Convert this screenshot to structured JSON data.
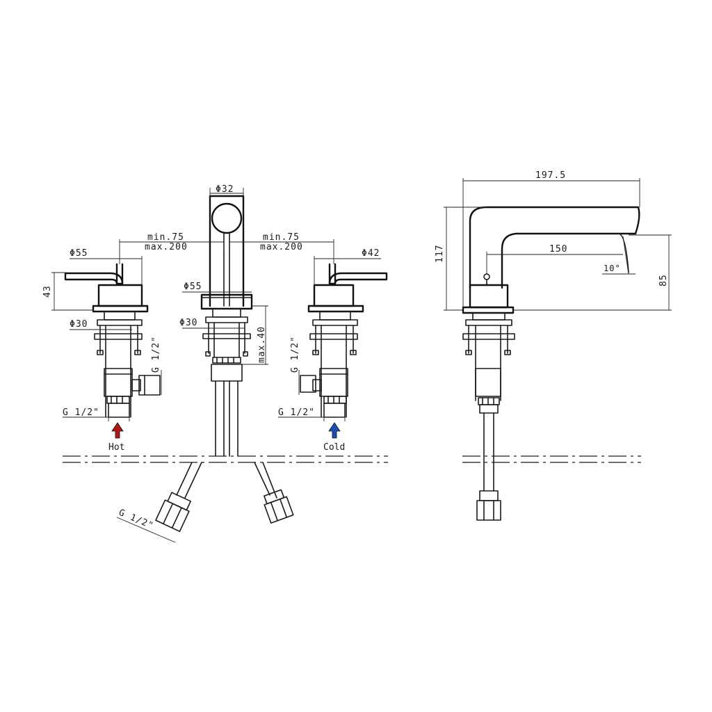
{
  "dimensions": {
    "spout_diameter": "Φ32",
    "base_diameter_center": "Φ55",
    "thread_diameter_center": "Φ30",
    "max_deck_thickness": "max.40",
    "spacing_left_min": "min.75",
    "spacing_left_max": "max.200",
    "spacing_right_min": "min.75",
    "spacing_right_max": "max.200",
    "left_handle_diameter": "Φ55",
    "left_thread_diameter": "Φ30",
    "left_handle_height": "43",
    "left_outlet_thread": "G 1/2\"",
    "left_inlet_thread": "G 1/2\"",
    "right_handle_diameter": "Φ42",
    "right_outlet_thread": "G 1/2\"",
    "right_inlet_thread": "G 1/2\"",
    "hose_thread": "G 1/2\"",
    "side_reach": "197.5",
    "side_height": "117",
    "side_projection": "150",
    "side_angle": "10°",
    "side_clearance": "85"
  },
  "labels": {
    "hot": "Hot",
    "cold": "Cold"
  },
  "colors": {
    "hot_arrow": "#b01818",
    "cold_arrow": "#1a4fb0",
    "line": "#1a1a1a"
  },
  "icons": {
    "hot_arrow": "arrow-up-icon",
    "cold_arrow": "arrow-up-icon"
  }
}
